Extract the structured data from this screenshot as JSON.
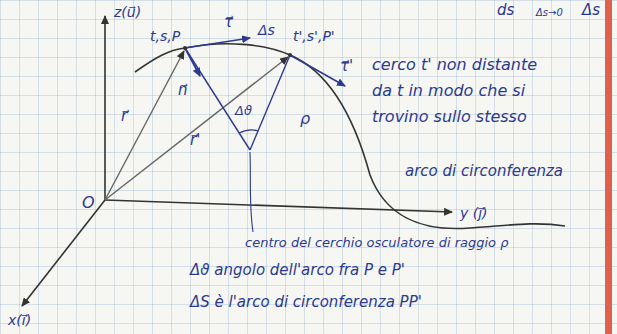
{
  "diagram": {
    "labels": [
      "ds",
      "Δs→0",
      "Δs",
      "z(u⃗)",
      "t,s,P",
      "τ⃗",
      "Δs",
      "t',s',P'",
      "n⃗",
      "τ⃗'",
      "r⃗",
      "r⃗'",
      "Δϑ",
      "ρ",
      "O",
      "cerco t' non distante",
      "da t in modo che si",
      "trovino sullo stesso",
      "arco di circonferenza",
      "y (j⃗)",
      "centro del cerchio osculatore di raggio ρ",
      "Δϑ angolo dell'arco fra P e P'",
      "ΔS è l'arco di circonferenza PP'",
      "x(i⃗)"
    ]
  }
}
